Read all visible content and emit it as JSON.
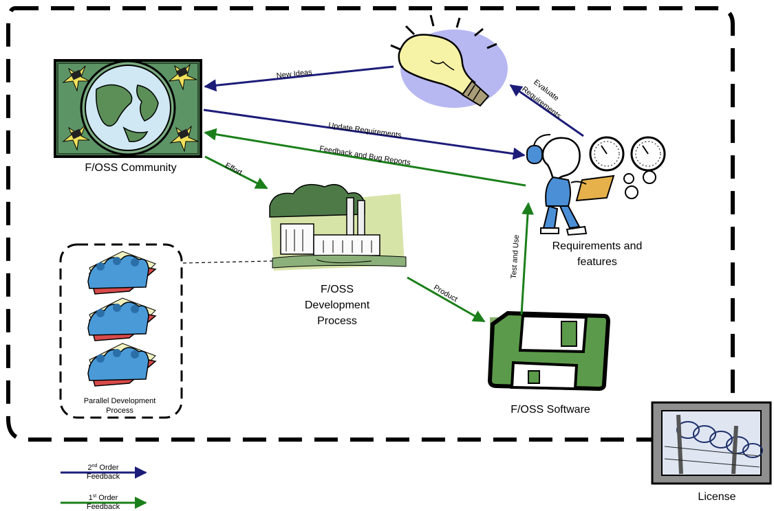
{
  "nodes": {
    "community": "F/OSS Community",
    "process_line1": "F/OSS",
    "process_line2": "Development",
    "process_line3": "Process",
    "software": "F/OSS Software",
    "requirements_line1": "Requirements and",
    "requirements_line2": "features",
    "parallel_line1": "Parallel Development",
    "parallel_line2": "Process",
    "license": "License"
  },
  "edges": {
    "new_ideas": "New Ideas",
    "evaluate_line1": "Evaluate",
    "evaluate_line2": "Requirements",
    "update_requirements": "Update Requirements",
    "feedback_bug_reports": "Feedback and Bug Reports",
    "effort": "Effort",
    "product": "Product",
    "test_and_use": "Test and Use"
  },
  "legend": {
    "second_order_sup_num": "2",
    "second_order_sup": "nd",
    "second_order_word": "Order",
    "second_order_feedback": "Feedback",
    "first_order_sup_num": "1",
    "first_order_sup": "st",
    "first_order_word": "Order",
    "first_order_feedback": "Feedback"
  },
  "colors": {
    "second_order": "#1c1c78",
    "first_order": "#1a7f1a"
  }
}
